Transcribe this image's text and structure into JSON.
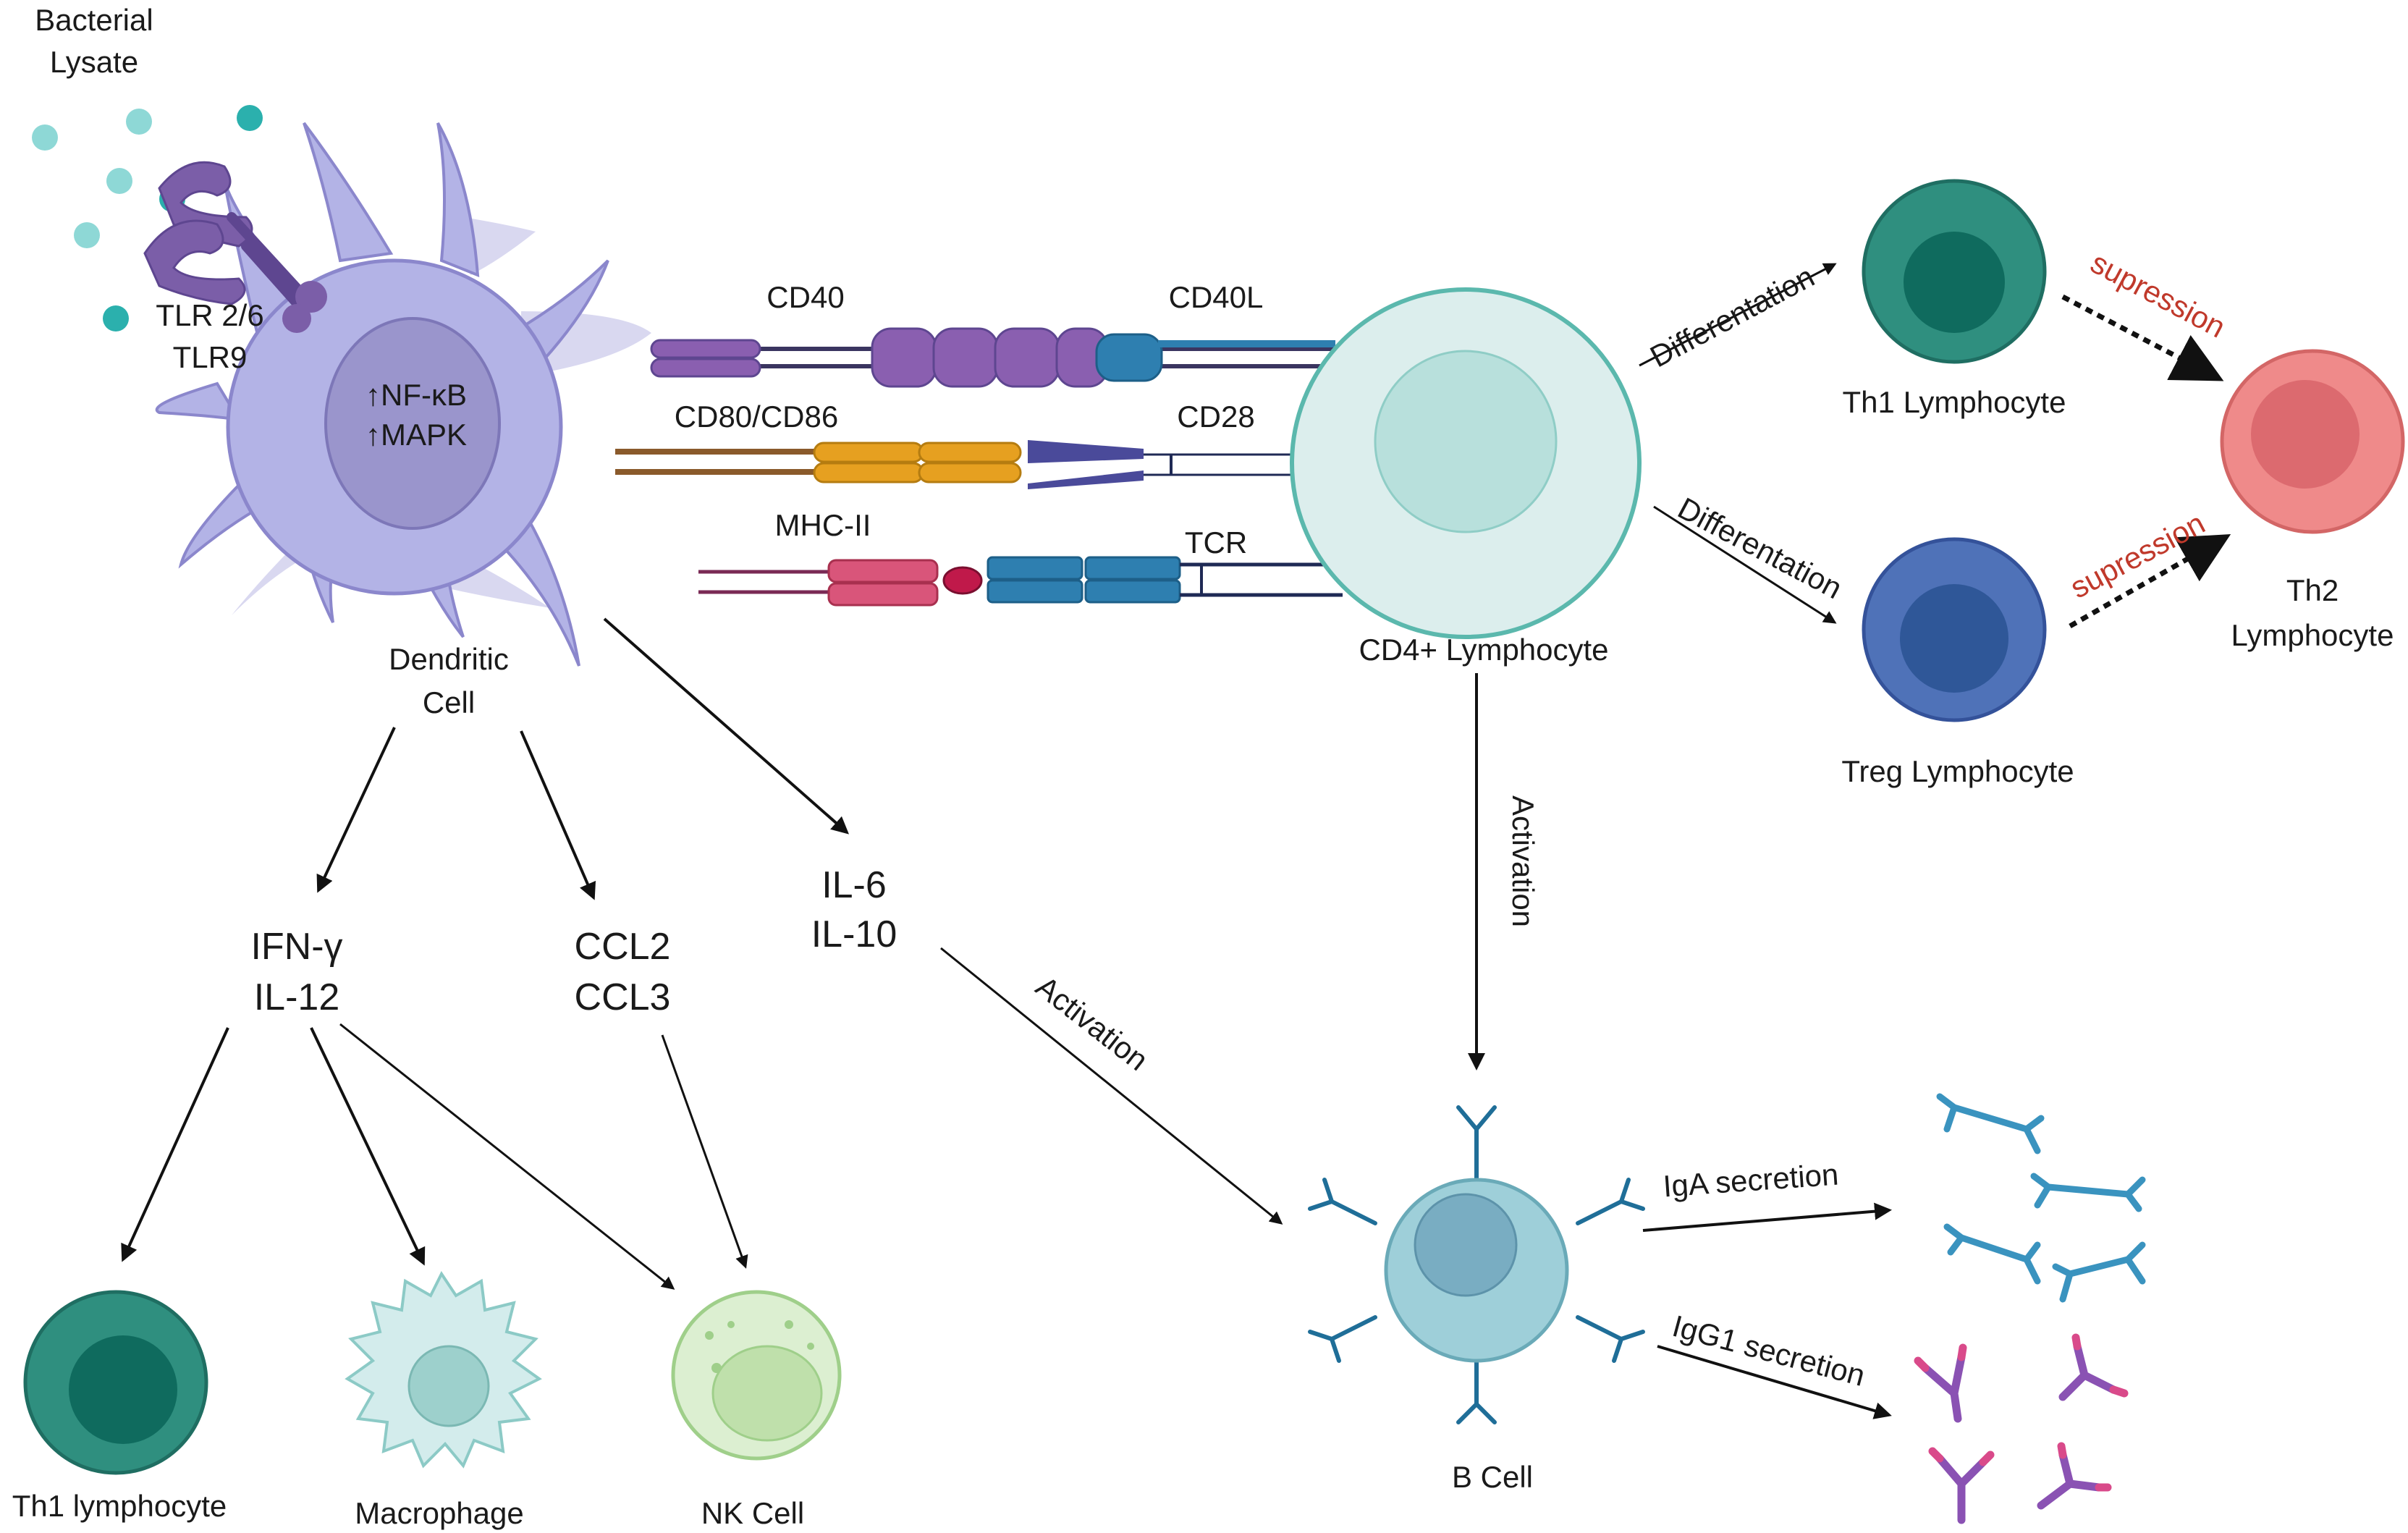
{
  "labels": {
    "bacterial_lysate_1": "Bacterial",
    "bacterial_lysate_2": "Lysate",
    "tlr_1": "TLR 2/6",
    "tlr_2": "TLR9",
    "nfkb": "↑NF-κB",
    "mapk": "↑MAPK",
    "dendritic_1": "Dendritic",
    "dendritic_2": "Cell",
    "cd40": "CD40",
    "cd40l": "CD40L",
    "cd80": "CD80/CD86",
    "cd28": "CD28",
    "mhc": "MHC-II",
    "tcr": "TCR",
    "cd4": "CD4+ Lymphocyte",
    "diff_top": "Differentation",
    "diff_bottom": "Differentation",
    "th1_top": "Th1 Lymphocyte",
    "treg": "Treg Lymphocyte",
    "supp_top": "supression",
    "supp_bottom": "supression",
    "th2_1": "Th2",
    "th2_2": "Lymphocyte",
    "ifn": "IFN-γ",
    "il12": "IL-12",
    "ccl2": "CCL2",
    "ccl3": "CCL3",
    "il6": "IL-6",
    "il10": "IL-10",
    "activation_vertical": "Activation",
    "activation_diagonal": "Activation",
    "iga": "IgA secretion",
    "igg1": "IgG1 secretion",
    "bcell": "B Cell",
    "th1_bottom": "Th1 lymphocyte",
    "macrophage": "Macrophage",
    "nkcell": "NK Cell"
  },
  "colors": {
    "dendritic": "#b3b3e6",
    "dendritic_nucleus": "#9a95cc",
    "cd4": "#dceeed",
    "cd4_outline": "#5bb8ad",
    "th1": "#2f8f7f",
    "treg": "#4f72b8",
    "th2": "#ef8a8a",
    "bcell": "#9ecfd9",
    "macrophage": "#d3ecec",
    "nk": "#dcefd1",
    "suppression": "#c0392b",
    "iga": "#3a93bf",
    "igg1": "#8a52b3"
  }
}
